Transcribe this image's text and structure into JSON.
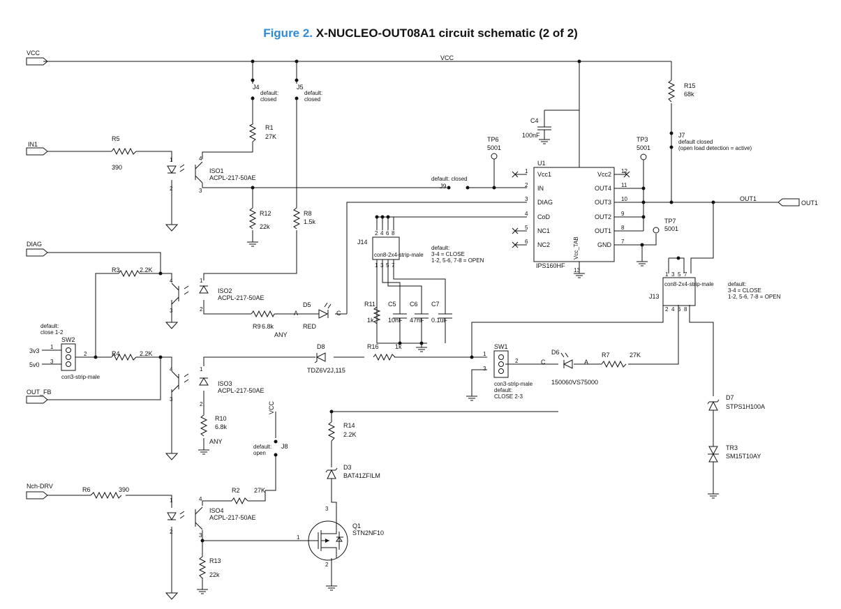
{
  "title": {
    "figure_label": "Figure 2.",
    "text": "X-NUCLEO-OUT08A1 circuit schematic (2 of 2)"
  },
  "ports": {
    "vcc": "VCC",
    "in1": "IN1",
    "diag": "DIAG",
    "out_fb": "OUT_FB",
    "nch_drv": "Nch-DRV",
    "out1": "OUT1",
    "v3v3": "3v3",
    "v5v0": "5v0"
  },
  "nets": {
    "vcc": "VCC",
    "out1": "OUT1"
  },
  "parts": {
    "J4": {
      "ref": "J4",
      "note1": "default:",
      "note2": "closed"
    },
    "J5": {
      "ref": "J5",
      "note1": "default:",
      "note2": "closed"
    },
    "R1": {
      "ref": "R1",
      "value": "27K"
    },
    "R5": {
      "ref": "R5",
      "value": "390"
    },
    "ISO1": {
      "ref": "ISO1",
      "value": "ACPL-217-50AE"
    },
    "R12": {
      "ref": "R12",
      "value": "22k"
    },
    "R8": {
      "ref": "R8",
      "value": "1.5k"
    },
    "J9": {
      "ref": "J9",
      "note": "default: closed"
    },
    "TP6": {
      "ref": "TP6",
      "value": "5001"
    },
    "C4": {
      "ref": "C4",
      "value": "100nF"
    },
    "R15": {
      "ref": "R15",
      "value": "68k"
    },
    "J7": {
      "ref": "J7",
      "note1": "default closed",
      "note2": "(open load detection = active)"
    },
    "TP3": {
      "ref": "TP3",
      "value": "5001"
    },
    "TP7": {
      "ref": "TP7",
      "value": "5001"
    },
    "U1": {
      "ref": "U1",
      "value": "IPS160HF",
      "tab": "Vcc_TAB",
      "tab_pin": "13",
      "left_pins": [
        {
          "n": "1",
          "name": "Vcc1"
        },
        {
          "n": "2",
          "name": "IN"
        },
        {
          "n": "3",
          "name": "DIAG"
        },
        {
          "n": "4",
          "name": "CoD"
        },
        {
          "n": "5",
          "name": "NC1"
        },
        {
          "n": "6",
          "name": "NC2"
        }
      ],
      "right_pins": [
        {
          "n": "12",
          "name": "Vcc2"
        },
        {
          "n": "11",
          "name": "OUT4"
        },
        {
          "n": "10",
          "name": "OUT3"
        },
        {
          "n": "9",
          "name": "OUT2"
        },
        {
          "n": "8",
          "name": "OUT1"
        },
        {
          "n": "7",
          "name": "GND"
        }
      ]
    },
    "J14": {
      "ref": "J14",
      "value": "con8-2x4-strip-male",
      "note1": "default:",
      "note2": "3-4 = CLOSE",
      "note3": "1-2, 5-6, 7-8 = OPEN"
    },
    "J13": {
      "ref": "J13",
      "value": "con8-2x4-strip-male",
      "note1": "default:",
      "note2": "3-4 = CLOSE",
      "note3": "1-2, 5-6, 7-8 = OPEN"
    },
    "R3": {
      "ref": "R3",
      "value": "2.2K"
    },
    "ISO2": {
      "ref": "ISO2",
      "value": "ACPL-217-50AE"
    },
    "R9": {
      "ref": "R9",
      "value": "6.8k",
      "note": "ANY"
    },
    "D5": {
      "ref": "D5",
      "value": "RED",
      "a": "A",
      "c": "C"
    },
    "R11": {
      "ref": "R11",
      "value": "1k"
    },
    "C5": {
      "ref": "C5",
      "value": "10nF"
    },
    "C6": {
      "ref": "C6",
      "value": "47nF"
    },
    "C7": {
      "ref": "C7",
      "value": "0.1uF"
    },
    "SW2": {
      "ref": "SW2",
      "value": "con3-strip-male",
      "note1": "default:",
      "note2": "close 1-2"
    },
    "R4": {
      "ref": "R4",
      "value": "2.2K"
    },
    "D8": {
      "ref": "D8",
      "value": "TDZ6V2J,115"
    },
    "R16": {
      "ref": "R16",
      "value": "1k"
    },
    "SW1": {
      "ref": "SW1",
      "value": "con3-strip-male",
      "note1": "default:",
      "note2": "CLOSE 2-3"
    },
    "D6": {
      "ref": "D6",
      "value": "150060VS75000",
      "a": "A",
      "c": "C"
    },
    "R7": {
      "ref": "R7",
      "value": "27K"
    },
    "ISO3": {
      "ref": "ISO3",
      "value": "ACPL-217-50AE"
    },
    "R10": {
      "ref": "R10",
      "value": "6.8k",
      "note": "ANY"
    },
    "D7": {
      "ref": "D7",
      "value": "STPS1H100A"
    },
    "TR3": {
      "ref": "TR3",
      "value": "SM15T10AY"
    },
    "R14": {
      "ref": "R14",
      "value": "2.2K"
    },
    "J8": {
      "ref": "J8",
      "note1": "default:",
      "note2": "open",
      "vcc": "VCC"
    },
    "D3": {
      "ref": "D3",
      "value": "BAT41ZFILM"
    },
    "R6": {
      "ref": "R6",
      "value": "390"
    },
    "R2": {
      "ref": "R2",
      "value": "27K"
    },
    "ISO4": {
      "ref": "ISO4",
      "value": "ACPL-217-50AE"
    },
    "Q1": {
      "ref": "Q1",
      "value": "STN2NF10"
    },
    "R13": {
      "ref": "R13",
      "value": "22k"
    }
  },
  "pins": {
    "p1": "1",
    "p2": "2",
    "p3": "3",
    "p4": "4",
    "p5": "5",
    "p6": "6",
    "p7": "7",
    "p8": "8"
  }
}
